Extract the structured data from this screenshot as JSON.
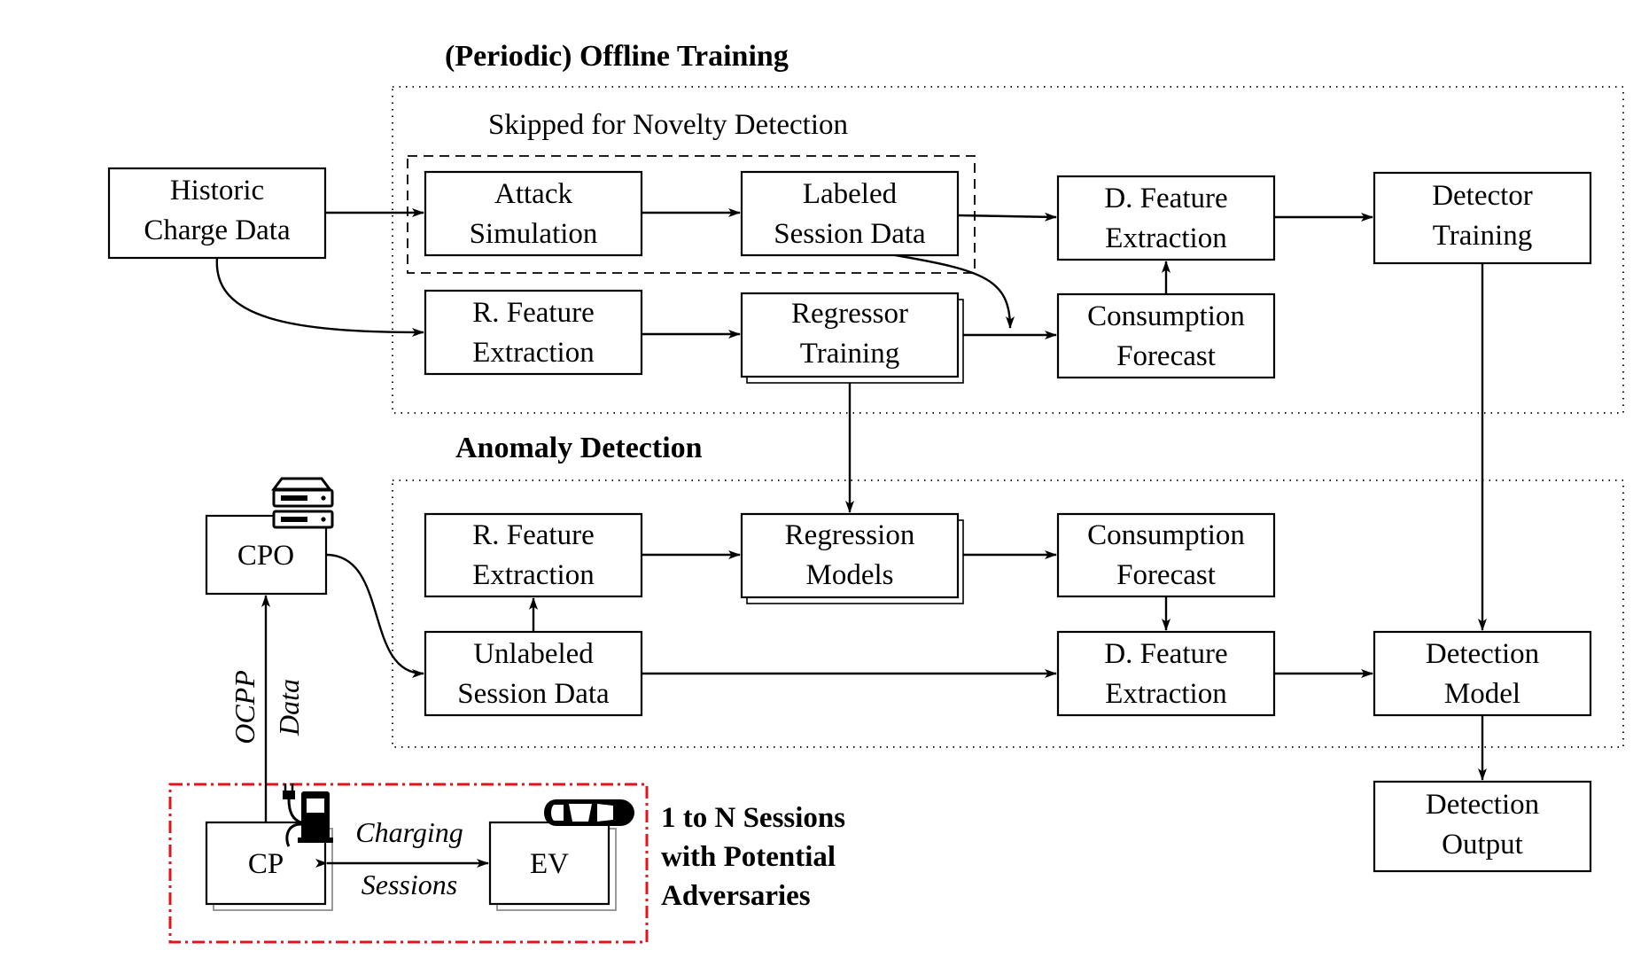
{
  "sections": {
    "offline_title": "(Periodic) Offline Training",
    "skipped_label": "Skipped for Novelty Detection",
    "anomaly_title": "Anomaly Detection"
  },
  "nodes": {
    "historic": [
      "Historic",
      "Charge Data"
    ],
    "attack_sim": [
      "Attack",
      "Simulation"
    ],
    "labeled": [
      "Labeled",
      "Session Data"
    ],
    "d_feat_top": [
      "D. Feature",
      "Extraction"
    ],
    "detector_training": [
      "Detector",
      "Training"
    ],
    "r_feat_top": [
      "R. Feature",
      "Extraction"
    ],
    "regressor_training": [
      "Regressor",
      "Training"
    ],
    "consumption_top": [
      "Consumption",
      "Forecast"
    ],
    "cpo": [
      "CPO"
    ],
    "r_feat_bottom": [
      "R. Feature",
      "Extraction"
    ],
    "regression_models": [
      "Regression",
      "Models"
    ],
    "consumption_bottom": [
      "Consumption",
      "Forecast"
    ],
    "unlabeled": [
      "Unlabeled",
      "Session Data"
    ],
    "d_feat_bottom": [
      "D. Feature",
      "Extraction"
    ],
    "detection_model": [
      "Detection",
      "Model"
    ],
    "detection_output": [
      "Detection",
      "Output"
    ],
    "cp": [
      "CP"
    ],
    "ev": [
      "EV"
    ]
  },
  "edge_labels": {
    "ocpp": "OCPP",
    "data": "Data",
    "charging": "Charging",
    "sessions": "Sessions"
  },
  "sessions_note": [
    "1 to N Sessions",
    "with Potential",
    "Adversaries"
  ],
  "icons": {
    "server": "server-icon",
    "charger": "charging-station-icon",
    "car": "car-icon"
  },
  "colors": {
    "adversary_border": "#e0151b"
  }
}
